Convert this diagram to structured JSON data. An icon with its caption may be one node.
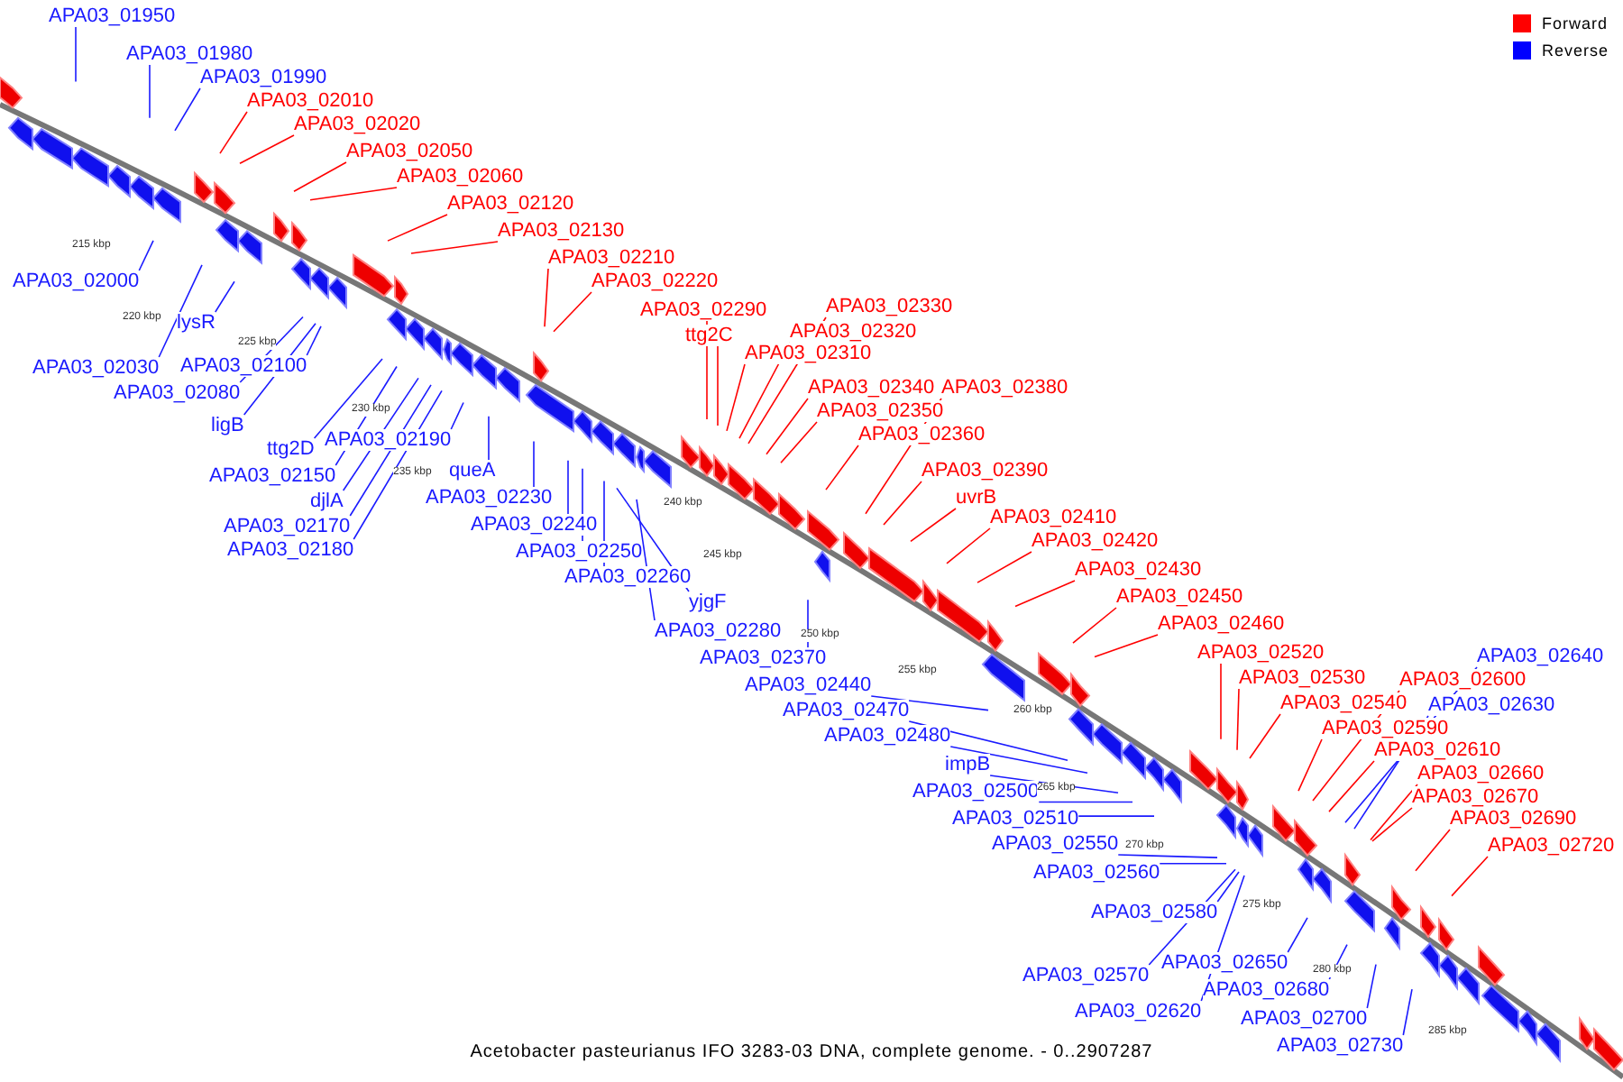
{
  "diagram": {
    "caption": "Acetobacter pasteurianus IFO 3283-03 DNA, complete genome. - 0..2907287",
    "nodes": [
      {
        "text": [
          "APA03_01950"
        ]
      },
      {
        "text": [
          "APA03_01980"
        ]
      },
      {
        "text": [
          "APA03_01990"
        ]
      },
      {
        "text": [
          "APA03_02010"
        ]
      },
      {
        "text": [
          "APA03_02020"
        ]
      },
      {
        "text": [
          "APA03_02050"
        ]
      },
      {
        "text": [
          "APA03_02060"
        ]
      },
      {
        "text": [
          "APA03_02120"
        ]
      },
      {
        "text": [
          "APA03_02130"
        ]
      },
      {
        "text": [
          "APA03_02210"
        ]
      },
      {
        "text": [
          "APA03_02220"
        ]
      },
      {
        "text": [
          "APA03_02290"
        ]
      },
      {
        "text": [
          "ttg2C"
        ]
      },
      {
        "text": [
          "APA03_02330"
        ]
      },
      {
        "text": [
          "APA03_02320"
        ]
      },
      {
        "text": [
          "APA03_02310"
        ]
      },
      {
        "text": [
          "APA03_02340"
        ]
      },
      {
        "text": [
          "APA03_02380"
        ]
      },
      {
        "text": [
          "APA03_02350"
        ]
      },
      {
        "text": [
          "APA03_02360"
        ]
      },
      {
        "text": [
          "APA03_02390"
        ]
      },
      {
        "text": [
          "uvrB"
        ]
      },
      {
        "text": [
          "APA03_02410"
        ]
      },
      {
        "text": [
          "APA03_02420"
        ]
      },
      {
        "text": [
          "APA03_02430"
        ]
      },
      {
        "text": [
          "APA03_02450"
        ]
      },
      {
        "text": [
          "APA03_02460"
        ]
      },
      {
        "text": [
          "APA03_02520"
        ]
      },
      {
        "text": [
          "APA03_02640"
        ]
      },
      {
        "text": [
          "APA03_02530"
        ]
      },
      {
        "text": [
          "APA03_02600"
        ]
      },
      {
        "text": [
          "APA03_02540"
        ]
      },
      {
        "text": [
          "APA03_02630"
        ]
      },
      {
        "text": [
          "APA03_02590"
        ]
      },
      {
        "text": [
          "APA03_02610"
        ]
      },
      {
        "text": [
          "APA03_02660"
        ]
      },
      {
        "text": [
          "APA03_02670"
        ]
      },
      {
        "text": [
          "APA03_02690"
        ]
      },
      {
        "text": [
          "APA03_02720"
        ]
      },
      {
        "text": [
          "APA03_02000"
        ]
      },
      {
        "text": [
          "lysR"
        ]
      },
      {
        "text": [
          "APA03_02030"
        ]
      },
      {
        "text": [
          "APA03_02100"
        ]
      },
      {
        "text": [
          "APA03_02080"
        ]
      },
      {
        "text": [
          "ligB"
        ]
      },
      {
        "text": [
          "ttg2D"
        ]
      },
      {
        "text": [
          "APA03_02190"
        ]
      },
      {
        "text": [
          "APA03_02150"
        ]
      },
      {
        "text": [
          "djlA"
        ]
      },
      {
        "text": [
          "APA03_02170"
        ]
      },
      {
        "text": [
          "APA03_02180"
        ]
      },
      {
        "text": [
          "queA"
        ]
      },
      {
        "text": [
          "APA03_02230"
        ]
      },
      {
        "text": [
          "APA03_02240"
        ]
      },
      {
        "text": [
          "APA03_02250"
        ]
      },
      {
        "text": [
          "APA03_02260"
        ]
      },
      {
        "text": [
          "yjgF"
        ]
      },
      {
        "text": [
          "APA03_02280"
        ]
      },
      {
        "text": [
          "APA03_02370"
        ]
      },
      {
        "text": [
          "APA03_02440"
        ]
      },
      {
        "text": [
          "APA03_02470"
        ]
      },
      {
        "text": [
          "APA03_02480"
        ]
      },
      {
        "text": [
          "impB"
        ]
      },
      {
        "text": [
          "APA03_02500"
        ]
      },
      {
        "text": [
          "APA03_02510"
        ]
      },
      {
        "text": [
          "APA03_02550"
        ]
      },
      {
        "text": [
          "APA03_02560"
        ]
      },
      {
        "text": [
          "APA03_02580"
        ]
      },
      {
        "text": [
          "APA03_02570"
        ]
      },
      {
        "text": [
          "APA03_02650"
        ]
      },
      {
        "text": [
          "APA03_02680"
        ]
      },
      {
        "text": [
          "APA03_02620"
        ]
      },
      {
        "text": [
          "APA03_02700"
        ]
      },
      {
        "text": [
          "APA03_02730"
        ]
      }
    ],
    "edges": [
      {
        "from": 0,
        "to": null,
        "arrow": "none"
      },
      {
        "from": 1,
        "to": null,
        "arrow": "none"
      },
      {
        "from": 2,
        "to": null,
        "arrow": "none"
      },
      {
        "from": 3,
        "to": null,
        "arrow": "none",
        "color": "#ff0000"
      },
      {
        "from": 4,
        "to": null,
        "arrow": "none",
        "color": "#ff0000"
      },
      {
        "from": 5,
        "to": null,
        "arrow": "none",
        "color": "#ff0000"
      },
      {
        "from": 6,
        "to": null,
        "arrow": "none",
        "color": "#ff0000"
      },
      {
        "from": 7,
        "to": null,
        "arrow": "none",
        "color": "#ff0000"
      },
      {
        "from": 8,
        "to": null,
        "arrow": "none",
        "color": "#ff0000"
      },
      {
        "from": 9,
        "to": null,
        "arrow": "none",
        "color": "#ff0000"
      },
      {
        "from": 10,
        "to": null,
        "arrow": "none",
        "color": "#ff0000"
      },
      {
        "from": 11,
        "to": null,
        "arrow": "none",
        "color": "#ff0000"
      },
      {
        "from": 12,
        "to": null,
        "arrow": "none",
        "color": "#ff0000"
      },
      {
        "from": 13,
        "to": null,
        "arrow": "none",
        "color": "#ff0000"
      },
      {
        "from": 14,
        "to": null,
        "arrow": "none",
        "color": "#ff0000"
      },
      {
        "from": 15,
        "to": null,
        "arrow": "none",
        "color": "#ff0000"
      },
      {
        "from": 16,
        "to": null,
        "arrow": "none",
        "color": "#ff0000"
      },
      {
        "from": 17,
        "to": null,
        "arrow": "none",
        "color": "#ff0000"
      },
      {
        "from": 18,
        "to": null,
        "arrow": "none",
        "color": "#ff0000"
      },
      {
        "from": 19,
        "to": null,
        "arrow": "none",
        "color": "#ff0000"
      },
      {
        "from": 20,
        "to": null,
        "arrow": "none",
        "color": "#ff0000"
      },
      {
        "from": 21,
        "to": null,
        "arrow": "none",
        "color": "#ff0000"
      },
      {
        "from": 22,
        "to": null,
        "arrow": "none",
        "color": "#ff0000"
      },
      {
        "from": 23,
        "to": null,
        "arrow": "none",
        "color": "#ff0000"
      },
      {
        "from": 24,
        "to": null,
        "arrow": "none",
        "color": "#ff0000"
      },
      {
        "from": 25,
        "to": null,
        "arrow": "none",
        "color": "#ff0000"
      },
      {
        "from": 26,
        "to": null,
        "arrow": "none",
        "color": "#ff0000"
      },
      {
        "from": 27,
        "to": null,
        "arrow": "none",
        "color": "#ff0000"
      },
      {
        "from": 28,
        "to": null,
        "arrow": "none"
      },
      {
        "from": 29,
        "to": null,
        "arrow": "none",
        "color": "#ff0000"
      },
      {
        "from": 30,
        "to": null,
        "arrow": "none",
        "color": "#ff0000"
      },
      {
        "from": 31,
        "to": null,
        "arrow": "none",
        "color": "#ff0000"
      },
      {
        "from": 32,
        "to": null,
        "arrow": "none"
      },
      {
        "from": 33,
        "to": null,
        "arrow": "none",
        "color": "#ff0000"
      },
      {
        "from": 34,
        "to": null,
        "arrow": "none",
        "color": "#ff0000"
      },
      {
        "from": 35,
        "to": null,
        "arrow": "none",
        "color": "#ff0000"
      },
      {
        "from": 36,
        "to": null,
        "arrow": "none",
        "color": "#ff0000"
      },
      {
        "from": 37,
        "to": null,
        "arrow": "none",
        "color": "#ff0000"
      },
      {
        "from": 38,
        "to": null,
        "arrow": "none",
        "color": "#ff0000"
      },
      {
        "from": 39,
        "to": null,
        "arrow": "none"
      },
      {
        "from": 40,
        "to": null,
        "arrow": "none"
      },
      {
        "from": 41,
        "to": null,
        "arrow": "none"
      },
      {
        "from": 42,
        "to": null,
        "arrow": "none"
      },
      {
        "from": 43,
        "to": null,
        "arrow": "none"
      },
      {
        "from": 44,
        "to": null,
        "arrow": "none"
      },
      {
        "from": 45,
        "to": null,
        "arrow": "none"
      },
      {
        "from": 46,
        "to": null,
        "arrow": "none"
      },
      {
        "from": 47,
        "to": null,
        "arrow": "none"
      },
      {
        "from": 48,
        "to": null,
        "arrow": "none"
      },
      {
        "from": 49,
        "to": null,
        "arrow": "none"
      },
      {
        "from": 50,
        "to": null,
        "arrow": "none"
      },
      {
        "from": 51,
        "to": null,
        "arrow": "none"
      },
      {
        "from": 52,
        "to": null,
        "arrow": "none"
      },
      {
        "from": 53,
        "to": null,
        "arrow": "none"
      },
      {
        "from": 54,
        "to": null,
        "arrow": "none"
      },
      {
        "from": 55,
        "to": null,
        "arrow": "none"
      },
      {
        "from": 56,
        "to": null,
        "arrow": "none"
      },
      {
        "from": 57,
        "to": null,
        "arrow": "none"
      },
      {
        "from": 58,
        "to": null,
        "arrow": "none"
      },
      {
        "from": 59,
        "to": null,
        "arrow": "none"
      },
      {
        "from": 60,
        "to": null,
        "arrow": "none"
      },
      {
        "from": 61,
        "to": null,
        "arrow": "none"
      },
      {
        "from": 62,
        "to": null,
        "arrow": "none"
      },
      {
        "from": 63,
        "to": null,
        "arrow": "none"
      },
      {
        "from": 64,
        "to": null,
        "arrow": "none"
      },
      {
        "from": 65,
        "to": null,
        "arrow": "none"
      },
      {
        "from": 66,
        "to": null,
        "arrow": "none"
      },
      {
        "from": 67,
        "to": null,
        "arrow": "none"
      },
      {
        "from": 68,
        "to": null,
        "arrow": "none"
      },
      {
        "from": 69,
        "to": null,
        "arrow": "none"
      },
      {
        "from": 70,
        "to": null,
        "arrow": "none"
      },
      {
        "from": 71,
        "to": null,
        "arrow": "none"
      },
      {
        "from": 72,
        "to": null,
        "arrow": "none"
      },
      {
        "from": 73,
        "to": null,
        "arrow": "none"
      }
    ],
    "labels": [
      "215 kbp",
      "220 kbp",
      "225 kbp",
      "230 kbp",
      "235 kbp",
      "240 kbp",
      "245 kbp",
      "250 kbp",
      "255 kbp",
      "260 kbp",
      "265 kbp",
      "270 kbp",
      "275 kbp",
      "280 kbp",
      "285 kbp"
    ],
    "legend": [
      {
        "text": "Forward",
        "color": "#ff0000"
      },
      {
        "text": "Reverse",
        "color": "#0000ff"
      }
    ]
  }
}
